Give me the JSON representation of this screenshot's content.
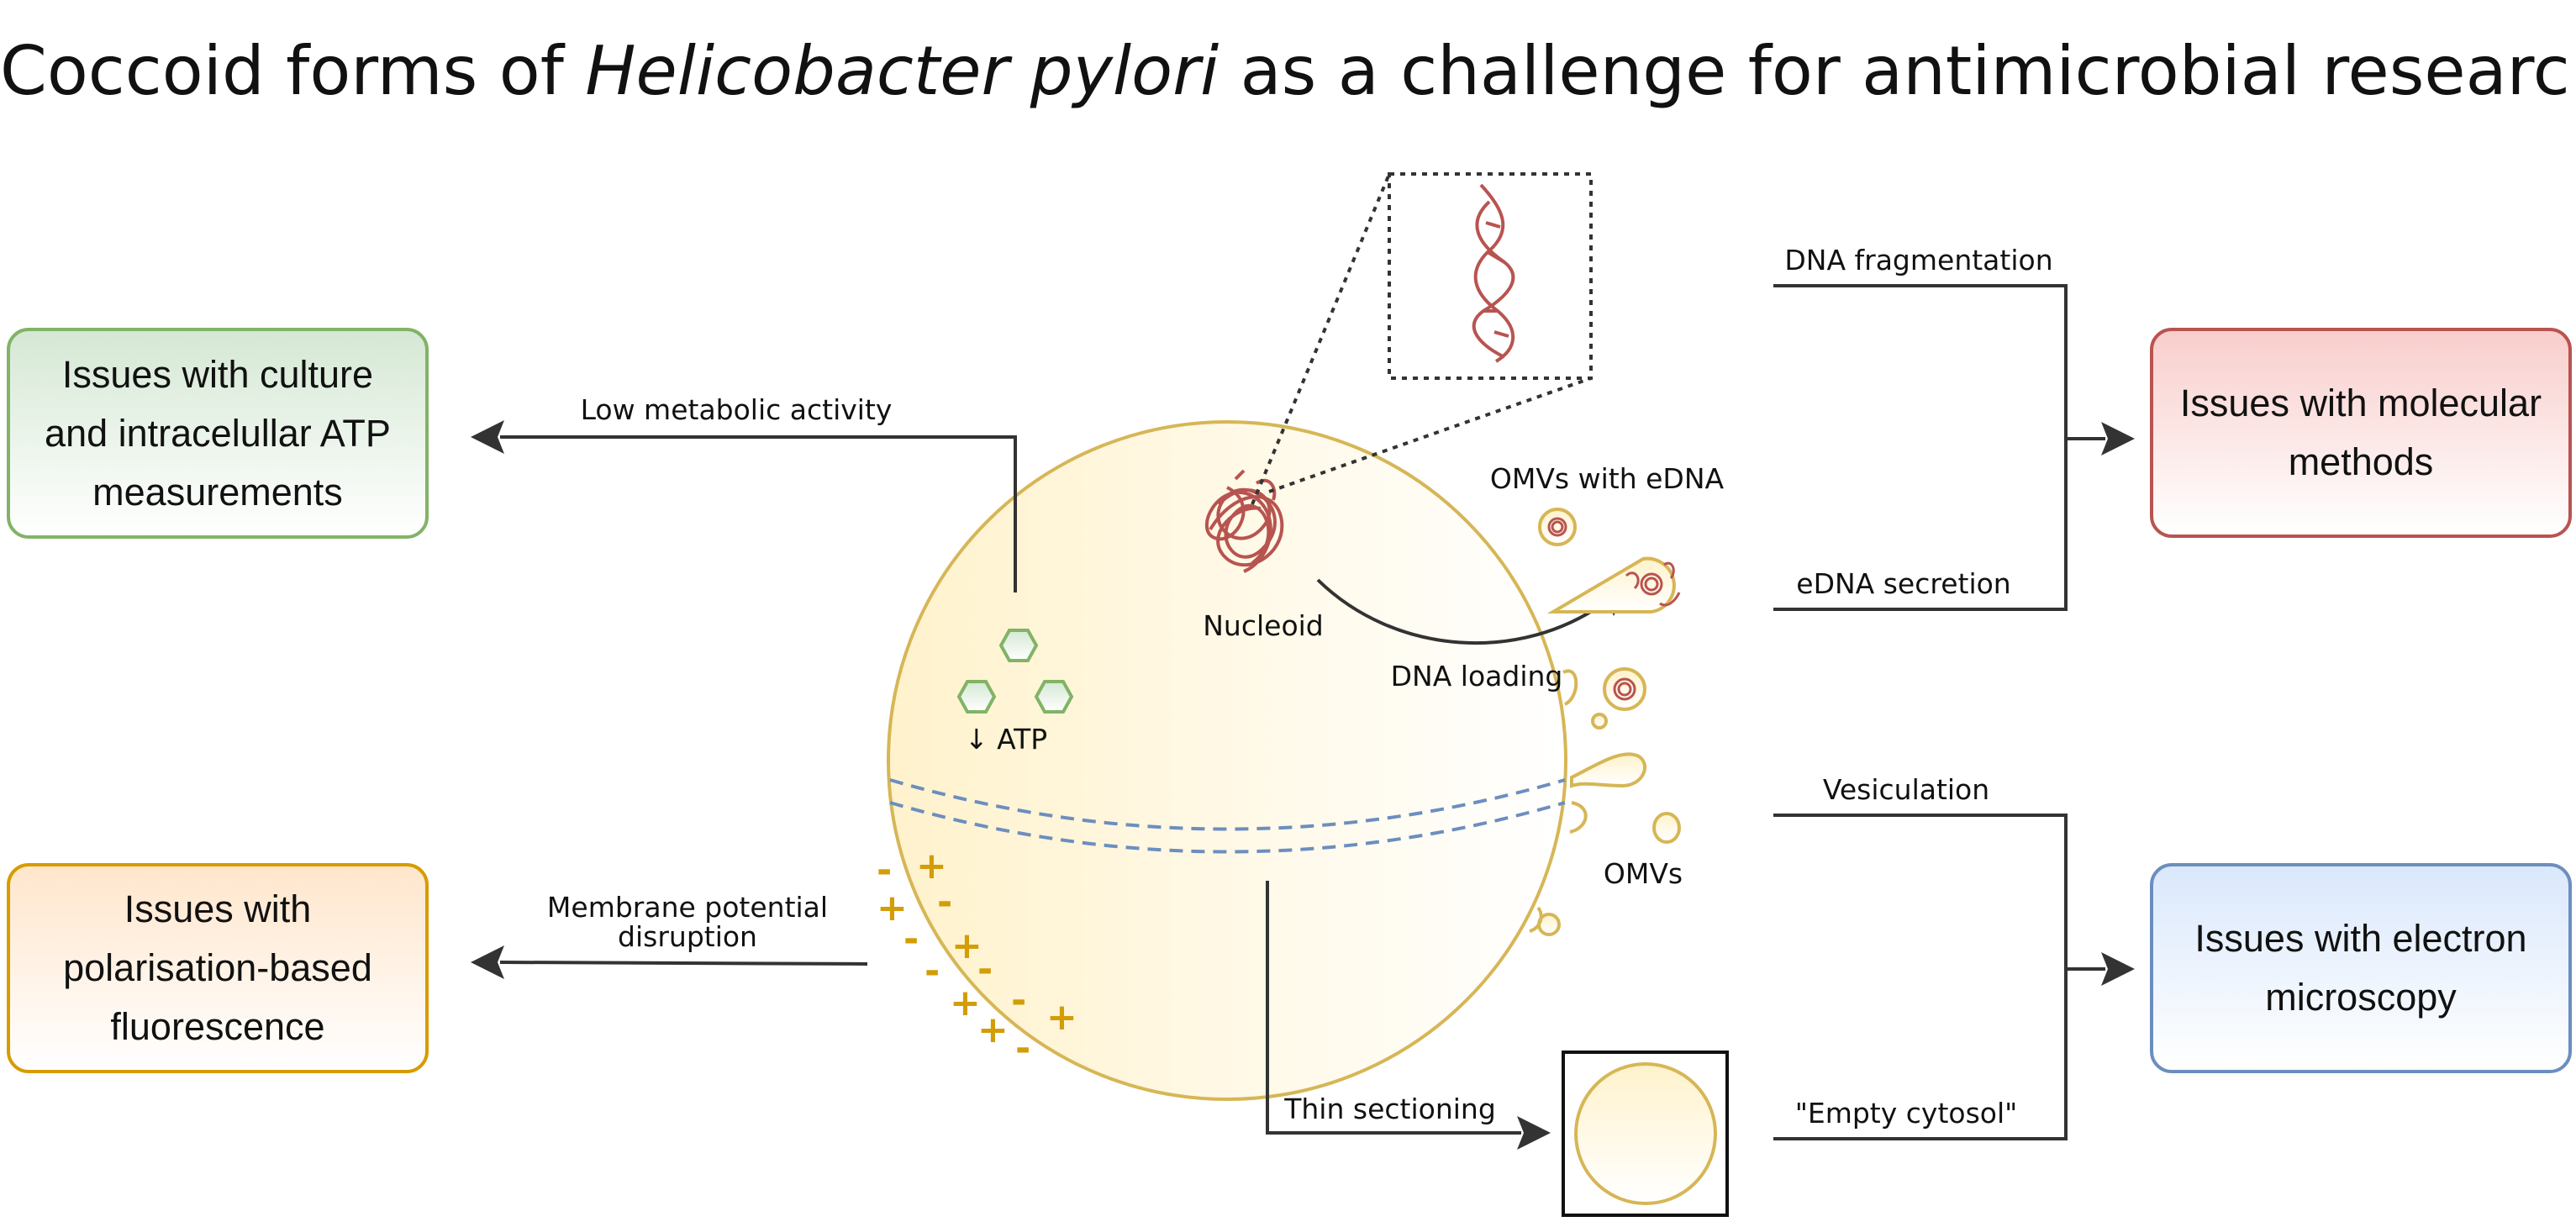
{
  "title": {
    "before": "Coccoid forms of ",
    "italic": "Helicobacter pylori",
    "after": " as a challenge for antimicrobial research"
  },
  "boxes": {
    "culture": "Issues with culture\nand intracelullar ATP\nmeasurements",
    "polarisation": "Issues with\npolarisation-based\nfluorescence",
    "molecular": "Issues with molecular\nmethods",
    "electron": "Issues with electron\nmicroscopy"
  },
  "labels": {
    "low_metabolic": "Low metabolic activity",
    "membrane_line1": "Membrane potential",
    "membrane_line2": "disruption",
    "atp": "↓ ATP",
    "nucleoid": "Nucleoid",
    "dna_loading": "DNA loading",
    "omvs_edna": "OMVs with eDNA",
    "omvs": "OMVs",
    "thin_sectioning": "Thin sectioning",
    "dna_fragmentation": "DNA fragmentation",
    "edna_secretion": "eDNA secretion",
    "vesiculation": "Vesiculation",
    "empty_cytosol": "\"Empty cytosol\""
  },
  "colors": {
    "cell_stroke": "#d6b656",
    "cell_fill": "#fff2cc",
    "dna": "#b85450",
    "atp": "#82b366",
    "membrane_dash": "#6c8ebf",
    "charge": "#d29d07",
    "arrow": "#333333"
  },
  "icons": [
    "arrow-icon",
    "hexagon-icon",
    "dna-helix-icon",
    "vesicle-icon"
  ]
}
